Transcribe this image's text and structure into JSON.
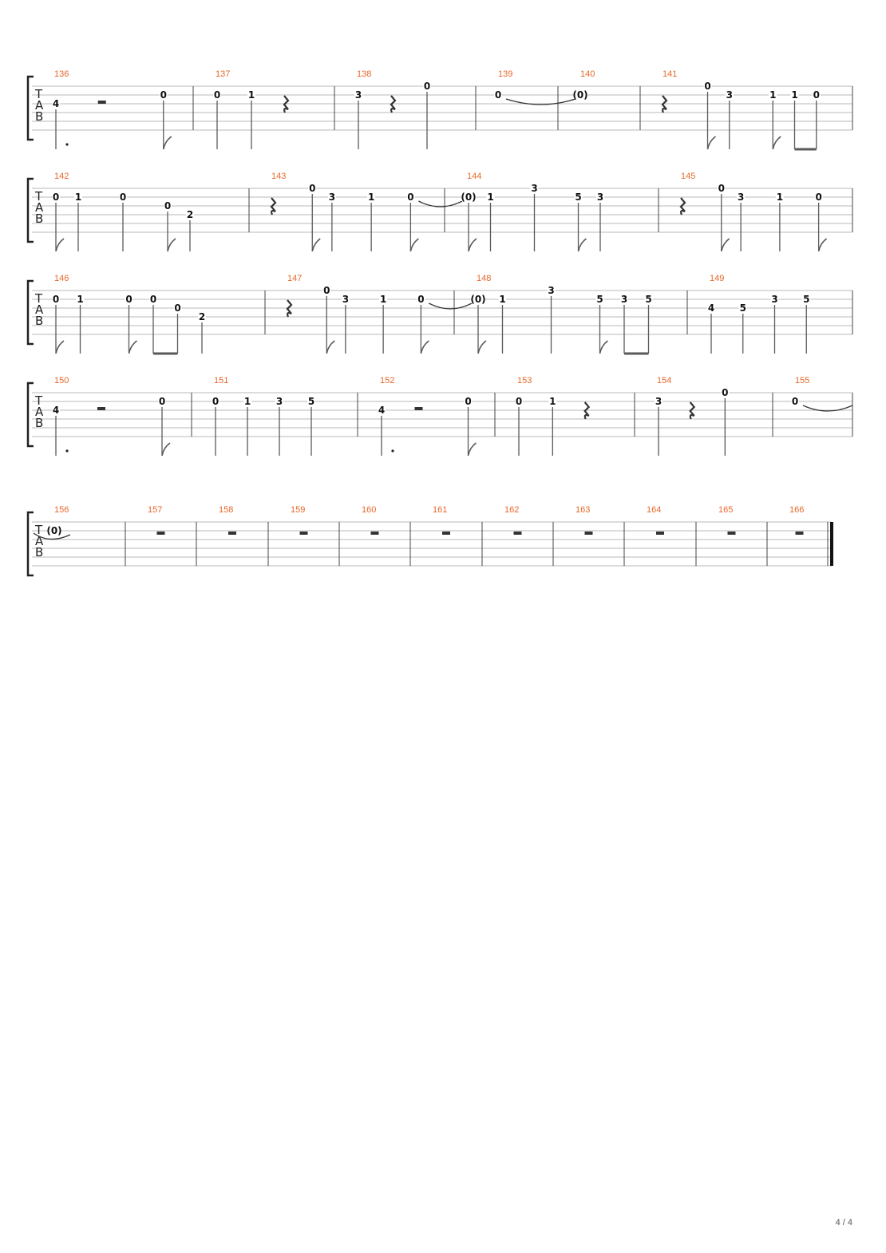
{
  "page_number": "4 / 4",
  "tab_letters": [
    "T",
    "A",
    "B"
  ],
  "systems": [
    {
      "measures": [
        {
          "number": "136",
          "events": [
            {
              "type": "note",
              "fret": "4",
              "string": 2,
              "dur": "dotted-quarter"
            },
            {
              "type": "rest",
              "dur": "half"
            },
            {
              "type": "note",
              "fret": "0",
              "string": 1,
              "dur": "eighth"
            }
          ]
        },
        {
          "number": "137",
          "events": [
            {
              "type": "note",
              "fret": "0",
              "string": 1,
              "dur": "quarter"
            },
            {
              "type": "note",
              "fret": "1",
              "string": 1,
              "dur": "quarter"
            },
            {
              "type": "rest",
              "dur": "quarter"
            }
          ]
        },
        {
          "number": "138",
          "events": [
            {
              "type": "note",
              "fret": "3",
              "string": 1,
              "dur": "quarter"
            },
            {
              "type": "rest",
              "dur": "quarter"
            },
            {
              "type": "note",
              "fret": "0",
              "string": 0,
              "dur": "quarter"
            }
          ]
        },
        {
          "number": "139",
          "events": [
            {
              "type": "note",
              "fret": "0",
              "string": 1,
              "tie": true
            }
          ]
        },
        {
          "number": "140",
          "events": [
            {
              "type": "note",
              "fret": "(0)",
              "string": 1
            }
          ]
        },
        {
          "number": "141",
          "events": [
            {
              "type": "rest",
              "dur": "quarter"
            },
            {
              "type": "note",
              "fret": "0",
              "string": 0,
              "dur": "eighth"
            },
            {
              "type": "note",
              "fret": "3",
              "string": 1,
              "dur": "quarter"
            },
            {
              "type": "note",
              "fret": "1",
              "string": 1,
              "dur": "eighth"
            },
            {
              "type": "note",
              "fret": "1",
              "string": 1,
              "dur": "eighth",
              "beam": "start"
            },
            {
              "type": "note",
              "fret": "0",
              "string": 1,
              "dur": "eighth",
              "beam": "end"
            }
          ]
        }
      ]
    },
    {
      "measures": [
        {
          "number": "142",
          "events": [
            {
              "type": "note",
              "fret": "0",
              "string": 1,
              "dur": "eighth"
            },
            {
              "type": "note",
              "fret": "1",
              "string": 1,
              "dur": "quarter"
            },
            {
              "type": "note",
              "fret": "0",
              "string": 1,
              "dur": "quarter"
            },
            {
              "type": "note",
              "fret": "0",
              "string": 2,
              "dur": "eighth"
            },
            {
              "type": "note",
              "fret": "2",
              "string": 3,
              "dur": "quarter"
            }
          ]
        },
        {
          "number": "143",
          "events": [
            {
              "type": "rest",
              "dur": "quarter"
            },
            {
              "type": "note",
              "fret": "0",
              "string": 0,
              "dur": "eighth"
            },
            {
              "type": "note",
              "fret": "3",
              "string": 1,
              "dur": "quarter"
            },
            {
              "type": "note",
              "fret": "1",
              "string": 1,
              "dur": "quarter"
            },
            {
              "type": "note",
              "fret": "0",
              "string": 1,
              "dur": "eighth",
              "tie": true
            }
          ]
        },
        {
          "number": "144",
          "events": [
            {
              "type": "note",
              "fret": "(0)",
              "string": 1,
              "dur": "eighth"
            },
            {
              "type": "note",
              "fret": "1",
              "string": 1,
              "dur": "quarter"
            },
            {
              "type": "note",
              "fret": "3",
              "string": 0,
              "dur": "quarter"
            },
            {
              "type": "note",
              "fret": "5",
              "string": 1,
              "dur": "eighth"
            },
            {
              "type": "note",
              "fret": "3",
              "string": 1,
              "dur": "quarter"
            }
          ]
        },
        {
          "number": "145",
          "events": [
            {
              "type": "rest",
              "dur": "quarter"
            },
            {
              "type": "note",
              "fret": "0",
              "string": 0,
              "dur": "eighth"
            },
            {
              "type": "note",
              "fret": "3",
              "string": 1,
              "dur": "quarter"
            },
            {
              "type": "note",
              "fret": "1",
              "string": 1,
              "dur": "quarter"
            },
            {
              "type": "note",
              "fret": "0",
              "string": 1,
              "dur": "eighth"
            }
          ]
        }
      ]
    },
    {
      "measures": [
        {
          "number": "146",
          "events": [
            {
              "type": "note",
              "fret": "0",
              "string": 1,
              "dur": "eighth"
            },
            {
              "type": "note",
              "fret": "1",
              "string": 1,
              "dur": "quarter"
            },
            {
              "type": "note",
              "fret": "0",
              "string": 1,
              "dur": "eighth"
            },
            {
              "type": "note",
              "fret": "0",
              "string": 1,
              "dur": "eighth",
              "beam": "start"
            },
            {
              "type": "note",
              "fret": "0",
              "string": 2,
              "dur": "eighth",
              "beam": "end"
            },
            {
              "type": "note",
              "fret": "2",
              "string": 3,
              "dur": "quarter"
            }
          ]
        },
        {
          "number": "147",
          "events": [
            {
              "type": "rest",
              "dur": "quarter"
            },
            {
              "type": "note",
              "fret": "0",
              "string": 0,
              "dur": "eighth"
            },
            {
              "type": "note",
              "fret": "3",
              "string": 1,
              "dur": "quarter"
            },
            {
              "type": "note",
              "fret": "1",
              "string": 1,
              "dur": "quarter"
            },
            {
              "type": "note",
              "fret": "0",
              "string": 1,
              "dur": "eighth",
              "tie": true
            }
          ]
        },
        {
          "number": "148",
          "events": [
            {
              "type": "note",
              "fret": "(0)",
              "string": 1,
              "dur": "eighth"
            },
            {
              "type": "note",
              "fret": "1",
              "string": 1,
              "dur": "quarter"
            },
            {
              "type": "note",
              "fret": "3",
              "string": 0,
              "dur": "quarter"
            },
            {
              "type": "note",
              "fret": "5",
              "string": 1,
              "dur": "eighth"
            },
            {
              "type": "note",
              "fret": "3",
              "string": 1,
              "dur": "eighth",
              "beam": "start"
            },
            {
              "type": "note",
              "fret": "5",
              "string": 1,
              "dur": "eighth",
              "beam": "end"
            }
          ]
        },
        {
          "number": "149",
          "events": [
            {
              "type": "note",
              "fret": "4",
              "string": 2,
              "dur": "quarter"
            },
            {
              "type": "note",
              "fret": "5",
              "string": 2,
              "dur": "quarter"
            },
            {
              "type": "note",
              "fret": "3",
              "string": 1,
              "dur": "quarter"
            },
            {
              "type": "note",
              "fret": "5",
              "string": 1,
              "dur": "quarter"
            }
          ]
        }
      ]
    },
    {
      "measures": [
        {
          "number": "150",
          "events": [
            {
              "type": "note",
              "fret": "4",
              "string": 2,
              "dur": "dotted-quarter"
            },
            {
              "type": "rest",
              "dur": "half"
            },
            {
              "type": "note",
              "fret": "0",
              "string": 1,
              "dur": "eighth"
            }
          ]
        },
        {
          "number": "151",
          "events": [
            {
              "type": "note",
              "fret": "0",
              "string": 1,
              "dur": "quarter"
            },
            {
              "type": "note",
              "fret": "1",
              "string": 1,
              "dur": "quarter"
            },
            {
              "type": "note",
              "fret": "3",
              "string": 1,
              "dur": "quarter"
            },
            {
              "type": "note",
              "fret": "5",
              "string": 1,
              "dur": "quarter"
            }
          ]
        },
        {
          "number": "152",
          "events": [
            {
              "type": "note",
              "fret": "4",
              "string": 2,
              "dur": "dotted-quarter"
            },
            {
              "type": "rest",
              "dur": "half"
            },
            {
              "type": "note",
              "fret": "0",
              "string": 1,
              "dur": "eighth"
            }
          ]
        },
        {
          "number": "153",
          "events": [
            {
              "type": "note",
              "fret": "0",
              "string": 1,
              "dur": "quarter"
            },
            {
              "type": "note",
              "fret": "1",
              "string": 1,
              "dur": "quarter"
            },
            {
              "type": "rest",
              "dur": "quarter"
            }
          ]
        },
        {
          "number": "154",
          "events": [
            {
              "type": "note",
              "fret": "3",
              "string": 1,
              "dur": "quarter"
            },
            {
              "type": "rest",
              "dur": "quarter"
            },
            {
              "type": "note",
              "fret": "0",
              "string": 0,
              "dur": "quarter"
            }
          ]
        },
        {
          "number": "155",
          "events": [
            {
              "type": "note",
              "fret": "0",
              "string": 1,
              "tie": true
            }
          ]
        }
      ]
    },
    {
      "measures": [
        {
          "number": "156",
          "events": [
            {
              "type": "note",
              "fret": "(0)",
              "string": 1
            }
          ]
        },
        {
          "number": "157",
          "events": [
            {
              "type": "rest",
              "dur": "whole"
            }
          ]
        },
        {
          "number": "158",
          "events": [
            {
              "type": "rest",
              "dur": "whole"
            }
          ]
        },
        {
          "number": "159",
          "events": [
            {
              "type": "rest",
              "dur": "whole"
            }
          ]
        },
        {
          "number": "160",
          "events": [
            {
              "type": "rest",
              "dur": "whole"
            }
          ]
        },
        {
          "number": "161",
          "events": [
            {
              "type": "rest",
              "dur": "whole"
            }
          ]
        },
        {
          "number": "162",
          "events": [
            {
              "type": "rest",
              "dur": "whole"
            }
          ]
        },
        {
          "number": "163",
          "events": [
            {
              "type": "rest",
              "dur": "whole"
            }
          ]
        },
        {
          "number": "164",
          "events": [
            {
              "type": "rest",
              "dur": "whole"
            }
          ]
        },
        {
          "number": "165",
          "events": [
            {
              "type": "rest",
              "dur": "whole"
            }
          ]
        },
        {
          "number": "166",
          "events": [
            {
              "type": "rest",
              "dur": "whole"
            }
          ]
        }
      ]
    }
  ]
}
